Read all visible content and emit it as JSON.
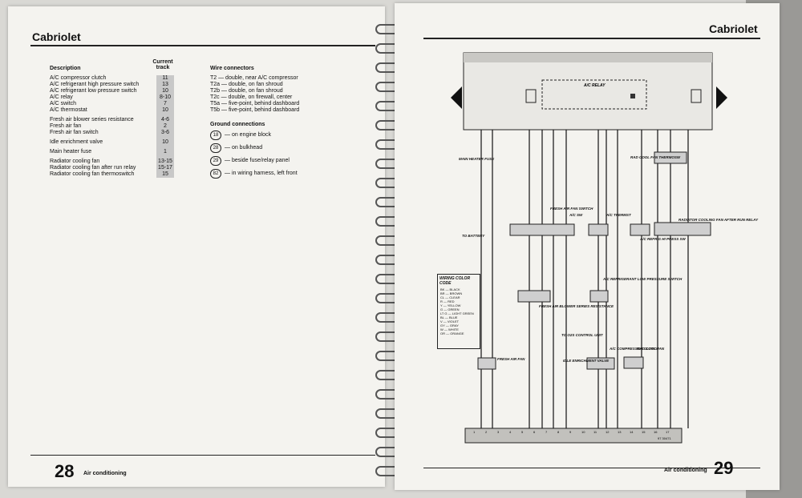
{
  "left_page": {
    "header": "Cabriolet",
    "description_heading": "Description",
    "track_heading": "Current track",
    "rows": [
      {
        "desc": "A/C compressor clutch",
        "track": "11"
      },
      {
        "desc": "A/C refrigerant high pressure switch",
        "track": "13"
      },
      {
        "desc": "A/C refrigerant low pressure switch",
        "track": "10"
      },
      {
        "desc": "A/C relay",
        "track": "8-10"
      },
      {
        "desc": "A/C switch",
        "track": "7"
      },
      {
        "desc": "A/C thermostat",
        "track": "10"
      },
      {
        "desc": "Fresh air blower series resistance",
        "track": "4-6"
      },
      {
        "desc": "Fresh air fan",
        "track": "2"
      },
      {
        "desc": "Fresh air fan switch",
        "track": "3-6"
      },
      {
        "desc": "Idle enrichment valve",
        "track": "10"
      },
      {
        "desc": "Main heater fuse",
        "track": "1"
      },
      {
        "desc": "Radiator cooling fan",
        "track": "13-15"
      },
      {
        "desc": "Radiator cooling fan after run relay",
        "track": "15-17"
      },
      {
        "desc": "Radiator cooling fan thermoswitch",
        "track": "15"
      }
    ],
    "wire_heading": "Wire connectors",
    "wires": [
      "T2 — double, near A/C compressor",
      "T2a — double, on fan shroud",
      "T2b — double, on fan shroud",
      "T2c — double, on firewall, center",
      "T5a — five-point, behind dashboard",
      "T5b — five-point, behind dashboard"
    ],
    "ground_heading": "Ground connections",
    "grounds": [
      {
        "id": "18",
        "text": "— on engine block"
      },
      {
        "id": "28",
        "text": "— on bulkhead"
      },
      {
        "id": "29",
        "text": "— beside fuse/relay panel"
      },
      {
        "id": "82",
        "text": "— in wiring harness, left front"
      }
    ],
    "page_number": "28",
    "footer_label": "Air conditioning"
  },
  "right_page": {
    "header": "Cabriolet",
    "page_number": "29",
    "footer_label": "Air conditioning",
    "ac_relay_label": "A/C RELAY",
    "labels": {
      "main_heater_fuse": "MAIN HEATER FUSE",
      "to_battery": "TO BATTERY",
      "fresh_air_fan_switch": "FRESH AIR FAN SWITCH",
      "ac_sw": "A/C SW",
      "ac_thermst": "A/C THERMST",
      "rad_cool_fan_thermosw": "RAD COOL FAN THERMOSW",
      "radiator_cooling_fan_relay": "RADIATOR COOLING FAN AFTER RUN RELAY",
      "ac_refrig_hi_press_sw": "A/C REFRIG HI PRESS SW",
      "ac_refrigerant_low_pressure_switch": "A/C REFRIGERANT LOW PRESSURE SWITCH",
      "fresh_air_blower_series_resistance": "FRESH AIR BLOWER SERIES RESISTANCE",
      "to_o2s_control_unit": "TO O2S CONTROL UNIT",
      "ac_compressor_clutch": "A/C COMPRESSOR CLUTCH",
      "rad_cool_fan": "RAD COOL FAN",
      "fresh_air_fan": "FRESH AIR FAN",
      "idle_enrichment_valve": "IDLE ENRICHMENT VALVE"
    },
    "wiring_legend_title": "WIRING COLOR CODE",
    "wiring_legend": [
      "BK — BLACK",
      "BR — BROWN",
      "CL — CLEAR",
      "R — RED",
      "Y — YELLOW",
      "G — GREEN",
      "LT G — LIGHT GREEN",
      "BL — BLUE",
      "V — VIOLET",
      "GY — GRAY",
      "W — WHITE",
      "OR — ORANGE"
    ],
    "bottom_bar_code": "97 30471",
    "track_numbers": [
      "1",
      "2",
      "3",
      "4",
      "5",
      "6",
      "7",
      "8",
      "9",
      "10",
      "11",
      "12",
      "13",
      "14",
      "15",
      "16",
      "17"
    ]
  }
}
